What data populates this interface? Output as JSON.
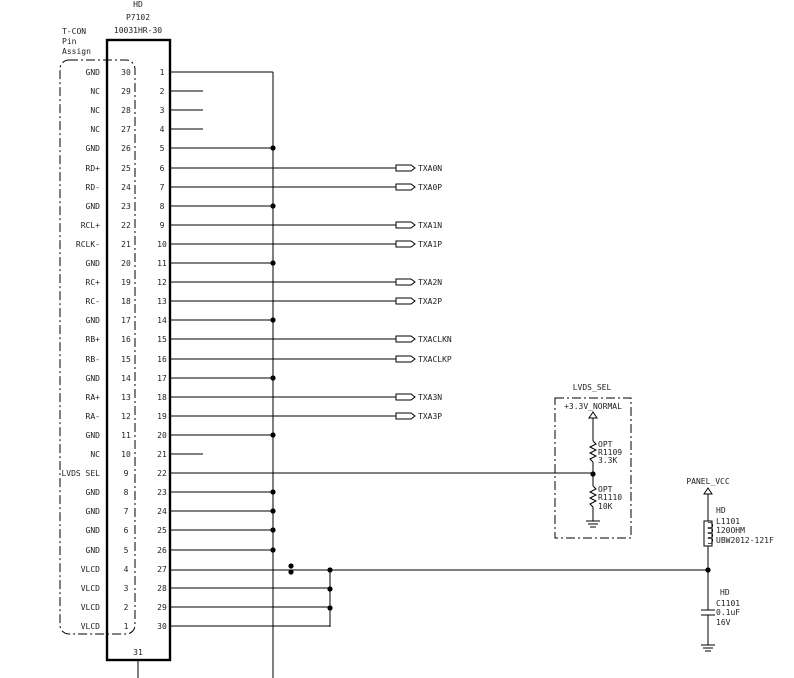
{
  "connector": {
    "title_hd": "HD",
    "ref": "P7102",
    "part": "10031HR-30",
    "group_label": [
      "T-CON",
      "Pin",
      "Assign"
    ],
    "bottom_pin": "31"
  },
  "pins": [
    {
      "left": "GND",
      "inner": "30",
      "outer": "1"
    },
    {
      "left": "NC",
      "inner": "29",
      "outer": "2"
    },
    {
      "left": "NC",
      "inner": "28",
      "outer": "3"
    },
    {
      "left": "NC",
      "inner": "27",
      "outer": "4"
    },
    {
      "left": "GND",
      "inner": "26",
      "outer": "5"
    },
    {
      "left": "RD+",
      "inner": "25",
      "outer": "6",
      "net": "TXA0N"
    },
    {
      "left": "RD-",
      "inner": "24",
      "outer": "7",
      "net": "TXA0P"
    },
    {
      "left": "GND",
      "inner": "23",
      "outer": "8"
    },
    {
      "left": "RCL+",
      "inner": "22",
      "outer": "9",
      "net": "TXA1N"
    },
    {
      "left": "RCLK-",
      "inner": "21",
      "outer": "10",
      "net": "TXA1P"
    },
    {
      "left": "GND",
      "inner": "20",
      "outer": "11"
    },
    {
      "left": "RC+",
      "inner": "19",
      "outer": "12",
      "net": "TXA2N"
    },
    {
      "left": "RC-",
      "inner": "18",
      "outer": "13",
      "net": "TXA2P"
    },
    {
      "left": "GND",
      "inner": "17",
      "outer": "14"
    },
    {
      "left": "RB+",
      "inner": "16",
      "outer": "15",
      "net": "TXACLKN"
    },
    {
      "left": "RB-",
      "inner": "15",
      "outer": "16",
      "net": "TXACLKP"
    },
    {
      "left": "GND",
      "inner": "14",
      "outer": "17"
    },
    {
      "left": "RA+",
      "inner": "13",
      "outer": "18",
      "net": "TXA3N"
    },
    {
      "left": "RA-",
      "inner": "12",
      "outer": "19",
      "net": "TXA3P"
    },
    {
      "left": "GND",
      "inner": "11",
      "outer": "20"
    },
    {
      "left": "NC",
      "inner": "10",
      "outer": "21"
    },
    {
      "left": "LVDS SEL",
      "inner": "9",
      "outer": "22"
    },
    {
      "left": "GND",
      "inner": "8",
      "outer": "23"
    },
    {
      "left": "GND",
      "inner": "7",
      "outer": "24"
    },
    {
      "left": "GND",
      "inner": "6",
      "outer": "25"
    },
    {
      "left": "GND",
      "inner": "5",
      "outer": "26"
    },
    {
      "left": "VLCD",
      "inner": "4",
      "outer": "27"
    },
    {
      "left": "VLCD",
      "inner": "3",
      "outer": "28"
    },
    {
      "left": "VLCD",
      "inner": "2",
      "outer": "29"
    },
    {
      "left": "VLCD",
      "inner": "1",
      "outer": "30"
    }
  ],
  "lvds_sel": {
    "title": "LVDS_SEL",
    "rail": "+3.3V_NORMAL",
    "r_top": {
      "opt": "OPT",
      "ref": "R1109",
      "value": "3.3K"
    },
    "r_bot": {
      "opt": "OPT",
      "ref": "R1110",
      "value": "10K"
    }
  },
  "panel": {
    "rail": "PANEL_VCC",
    "l_hd": "HD",
    "l_ref": "L1101",
    "l_val": "120OHM",
    "l_part": "UBW2012-121F",
    "c_hd": "HD",
    "c_ref": "C1101",
    "c_val": "0.1uF",
    "c_volt": "16V"
  }
}
